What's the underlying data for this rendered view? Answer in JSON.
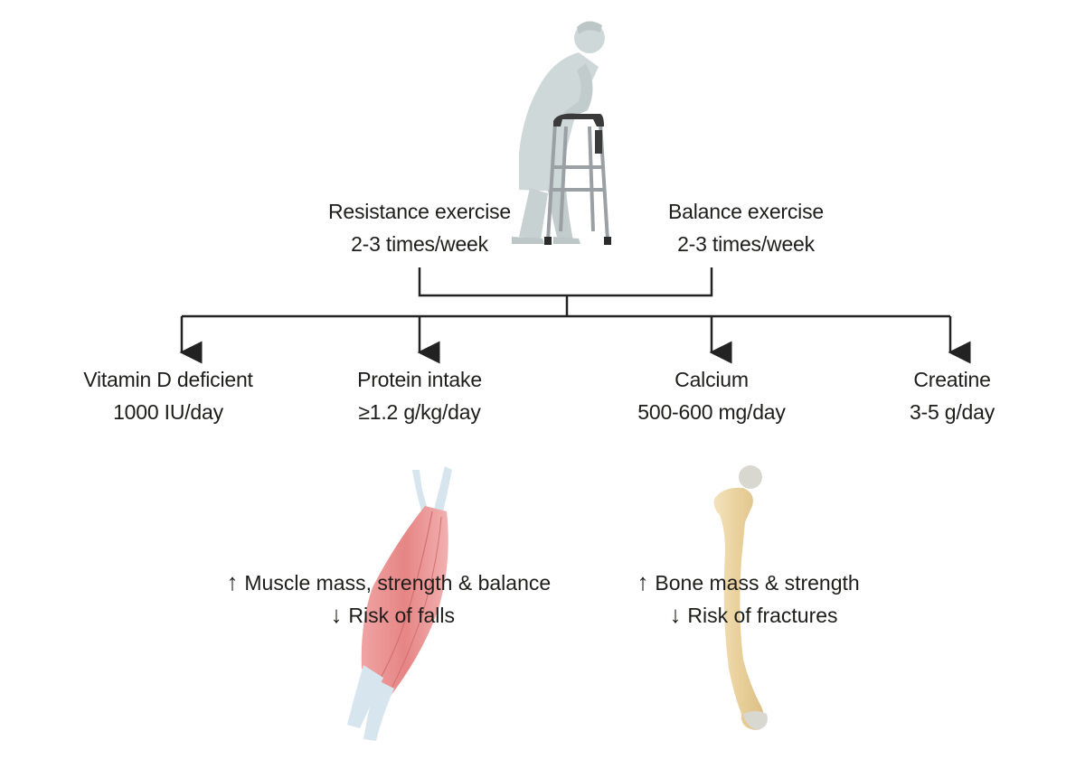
{
  "exercise": {
    "resistance": {
      "title": "Resistance exercise",
      "freq": "2-3 times/week"
    },
    "balance": {
      "title": "Balance exercise",
      "freq": "2-3 times/week"
    }
  },
  "nutrients": [
    {
      "name": "Vitamin D deficient",
      "dose": "1000 IU/day"
    },
    {
      "name": "Protein intake",
      "dose": "≥1.2 g/kg/day"
    },
    {
      "name": "Calcium",
      "dose": "500-600 mg/day"
    },
    {
      "name": "Creatine",
      "dose": "3-5 g/day"
    }
  ],
  "effects": {
    "muscle": {
      "up": "Muscle mass, strength & balance",
      "down": "Risk of falls"
    },
    "bone": {
      "up": "Bone mass & strength",
      "down": "Risk of fractures"
    }
  },
  "icons": {
    "figure": "elderly-person-with-walker-icon",
    "muscle": "muscle-icon",
    "bone": "femur-bone-icon",
    "up": "up-arrow-icon",
    "down": "down-arrow-icon"
  },
  "colors": {
    "lines": "#222222",
    "figure": "#cfd8d8",
    "muscle": "#e88f8f",
    "tendon": "#d7e6ee",
    "bone": "#ecd6a6"
  }
}
